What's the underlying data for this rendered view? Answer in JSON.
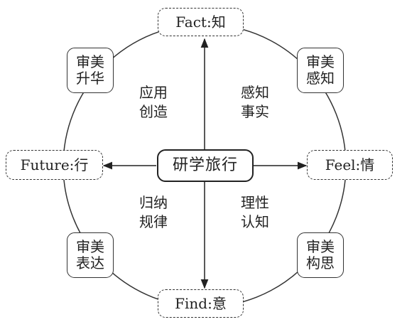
{
  "center": "研学旅行",
  "nodes": {
    "top": "Fact:知",
    "right": "Feel:情",
    "bottom": "Find:意",
    "left": "Future:行"
  },
  "corners": {
    "top_left": [
      "审美",
      "升华"
    ],
    "top_right": [
      "审美",
      "感知"
    ],
    "bottom_left": [
      "审美",
      "表达"
    ],
    "bottom_right": [
      "审美",
      "构思"
    ]
  },
  "quadrants": {
    "top_left": [
      "应用",
      "创造"
    ],
    "top_right": [
      "感知",
      "事实"
    ],
    "bottom_left": [
      "归纳",
      "规律"
    ],
    "bottom_right": [
      "理性",
      "认知"
    ]
  }
}
